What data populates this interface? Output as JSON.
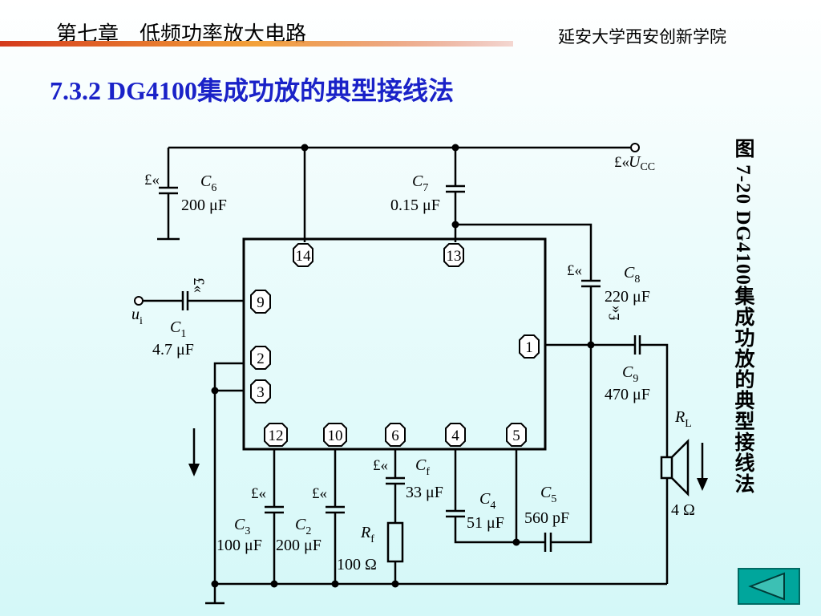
{
  "header": {
    "chapter": "第七章　低频功率放大电路",
    "institution": "延安大学西安创新学院"
  },
  "section": {
    "title": "7.3.2   DG4100集成功放的典型接线法"
  },
  "figure": {
    "caption": "图 7-20   DG4100集成功放的典型接线法"
  },
  "circuit": {
    "pins": [
      "14",
      "13",
      "9",
      "2",
      "3",
      "1",
      "12",
      "10",
      "6",
      "4",
      "5"
    ],
    "plus_sign": "£«",
    "supply": {
      "symbol": "U",
      "sub": "CC"
    },
    "input": {
      "symbol": "u",
      "sub": "i"
    },
    "components": {
      "C6": {
        "symbol": "C",
        "sub": "6",
        "value": "200 μF"
      },
      "C7": {
        "symbol": "C",
        "sub": "7",
        "value": "0.15 μF"
      },
      "C8": {
        "symbol": "C",
        "sub": "8",
        "value": "220 μF"
      },
      "C1": {
        "symbol": "C",
        "sub": "1",
        "value": "4.7 μF"
      },
      "C9": {
        "symbol": "C",
        "sub": "9",
        "value": "470 μF"
      },
      "RL": {
        "symbol": "R",
        "sub": "L",
        "value": "4 Ω"
      },
      "Cf": {
        "symbol": "C",
        "sub": "f",
        "value": "33 μF"
      },
      "C4": {
        "symbol": "C",
        "sub": "4",
        "value": "51 μF"
      },
      "C5": {
        "symbol": "C",
        "sub": "5",
        "value": "560 pF"
      },
      "C3": {
        "symbol": "C",
        "sub": "3",
        "value": "100 μF"
      },
      "C2": {
        "symbol": "C",
        "sub": "2",
        "value": "200 μF"
      },
      "Rf": {
        "symbol": "R",
        "sub": "f",
        "value": "100 Ω"
      }
    }
  },
  "colors": {
    "title": "#1a22c8",
    "nav_button": "#00a69c",
    "header_rule": "#d43a1c"
  },
  "nav": {
    "icon": "left-triangle-icon"
  }
}
